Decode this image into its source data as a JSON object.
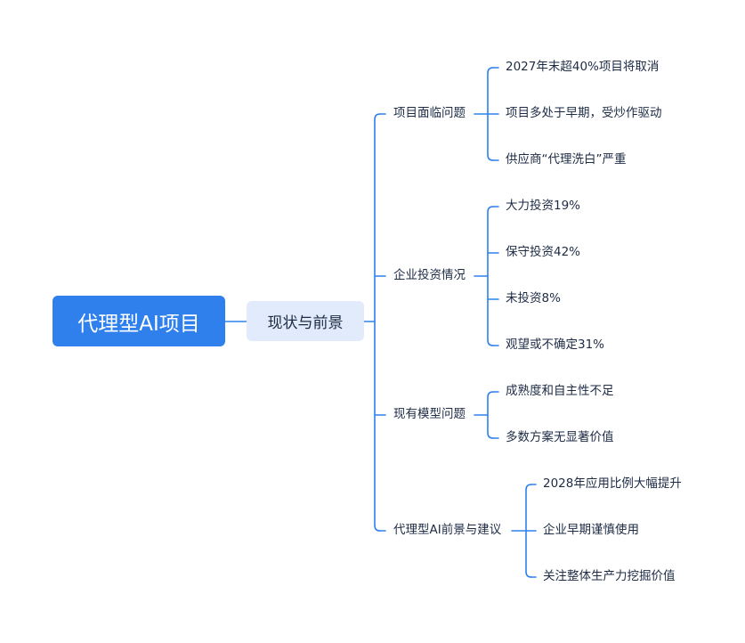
{
  "root": {
    "label": "代理型AI项目"
  },
  "hub": {
    "label": "现状与前景"
  },
  "branches": [
    {
      "label": "项目面临问题",
      "leaves": [
        "2027年末超40%项目将取消",
        "项目多处于早期，受炒作驱动",
        "供应商“代理洗白”严重"
      ]
    },
    {
      "label": "企业投资情况",
      "leaves": [
        "大力投资19%",
        "保守投资42%",
        "未投资8%",
        "观望或不确定31%"
      ]
    },
    {
      "label": "现有模型问题",
      "leaves": [
        "成熟度和自主性不足",
        "多数方案无显著价值"
      ]
    },
    {
      "label": "代理型AI前景与建议",
      "leaves": [
        "2028年应用比例大幅提升",
        "企业早期谨慎使用",
        "关注整体生产力挖掘价值"
      ]
    }
  ],
  "colors": {
    "accent": "#2f80ed",
    "hub_bg": "#e2ebfb",
    "line": "#2f80ed",
    "text": "#1d2b45"
  }
}
